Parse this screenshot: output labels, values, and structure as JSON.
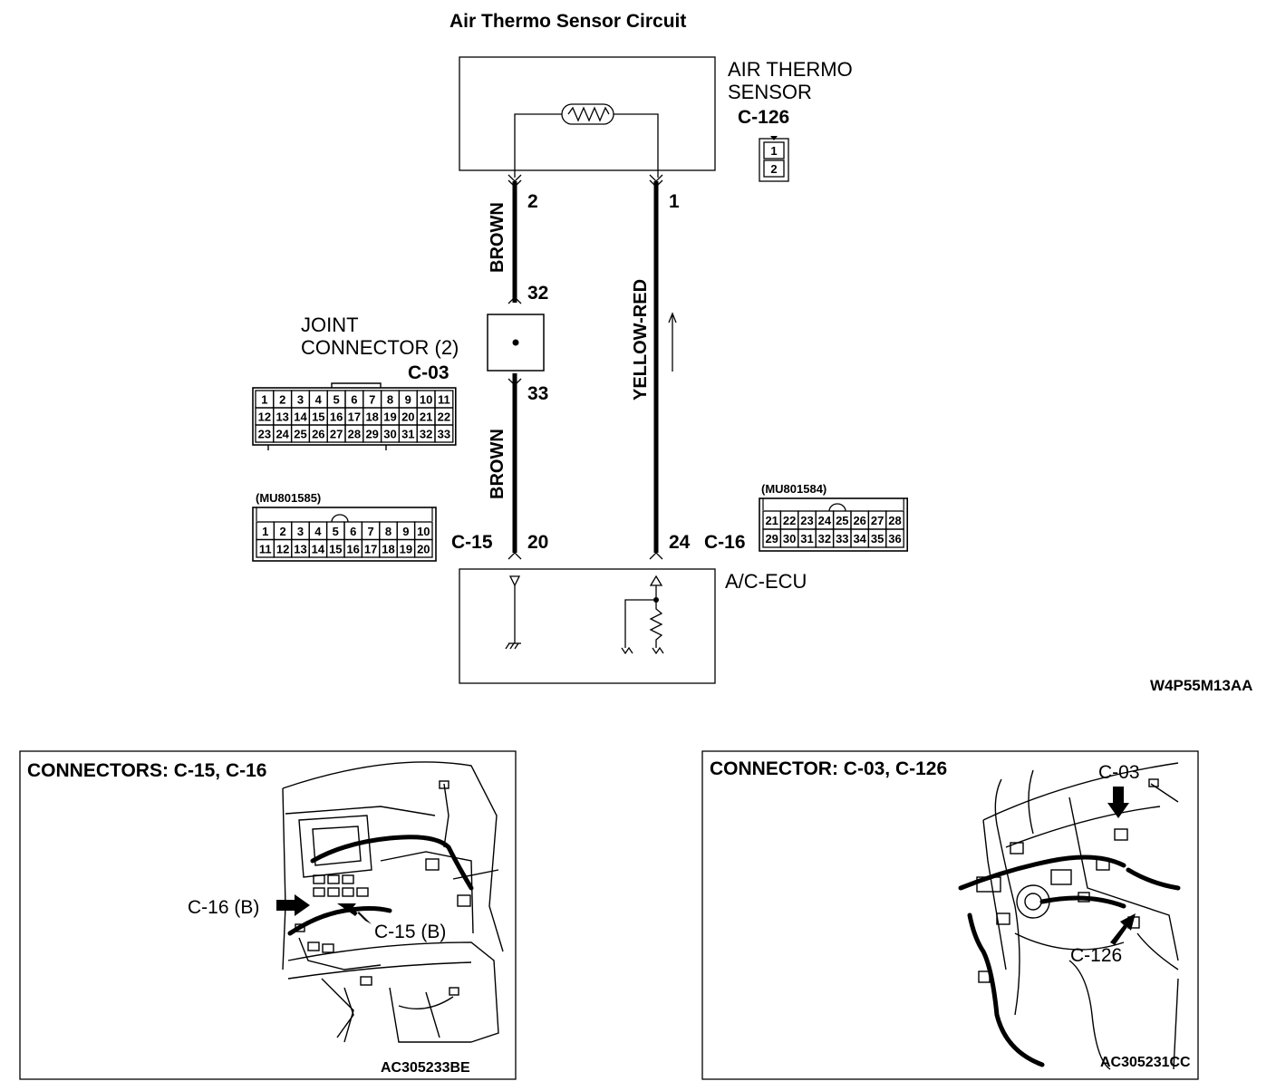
{
  "title": "Air Thermo Sensor Circuit",
  "sensor": {
    "name_line1": "AIR THERMO",
    "name_line2": "SENSOR",
    "connector_id": "C-126",
    "pins": [
      "1",
      "2"
    ]
  },
  "wires": {
    "left_upper_pin": "2",
    "right_upper_pin": "1",
    "left_upper_color": "BROWN",
    "right_color": "YELLOW-RED",
    "joint_in_pin": "32",
    "joint_out_pin": "33",
    "left_lower_color": "BROWN",
    "left_ecu_pin": "20",
    "right_ecu_pin": "24"
  },
  "joint_connector": {
    "name_line1": "JOINT",
    "name_line2": "CONNECTOR (2)",
    "connector_id": "C-03",
    "pins": [
      [
        "1",
        "2",
        "3",
        "4",
        "5",
        "6",
        "7",
        "8",
        "9",
        "10",
        "11"
      ],
      [
        "12",
        "13",
        "14",
        "15",
        "16",
        "17",
        "18",
        "19",
        "20",
        "21",
        "22"
      ],
      [
        "23",
        "24",
        "25",
        "26",
        "27",
        "28",
        "29",
        "30",
        "31",
        "32",
        "33"
      ]
    ]
  },
  "c15": {
    "part_no": "(MU801585)",
    "connector_id": "C-15",
    "pins": [
      [
        "1",
        "2",
        "3",
        "4",
        "5",
        "6",
        "7",
        "8",
        "9",
        "10"
      ],
      [
        "11",
        "12",
        "13",
        "14",
        "15",
        "16",
        "17",
        "18",
        "19",
        "20"
      ]
    ]
  },
  "c16": {
    "part_no": "(MU801584)",
    "connector_id": "C-16",
    "pins": [
      [
        "21",
        "22",
        "23",
        "24",
        "25",
        "26",
        "27",
        "28"
      ],
      [
        "29",
        "30",
        "31",
        "32",
        "33",
        "34",
        "35",
        "36"
      ]
    ]
  },
  "ecu": {
    "name": "A/C-ECU"
  },
  "diagram_code": "W4P55M13AA",
  "panel_left": {
    "title": "CONNECTORS: C-15, C-16",
    "label_a": "C-16 (B)",
    "label_b": "C-15 (B)",
    "code": "AC305233BE"
  },
  "panel_right": {
    "title": "CONNECTOR: C-03, C-126",
    "label_a": "C-03",
    "label_b": "C-126",
    "code": "AC305231CC"
  }
}
